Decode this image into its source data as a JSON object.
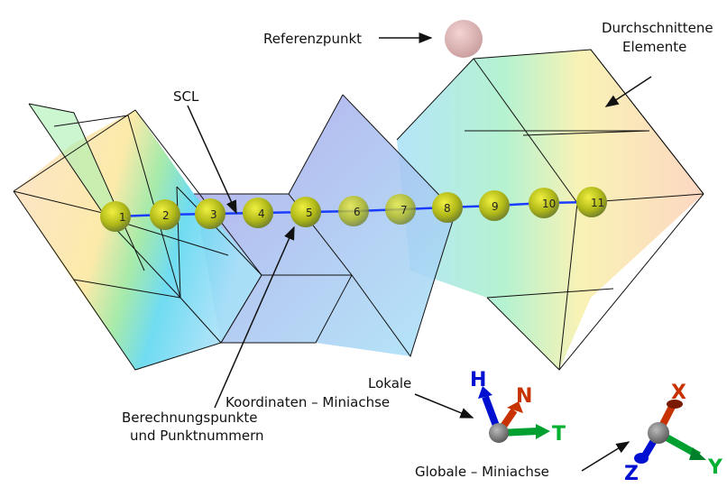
{
  "labels": {
    "reference_point": "Referenzpunkt",
    "cut_elements_line1": "Durchschnittene",
    "cut_elements_line2": "Elemente",
    "scl": "SCL",
    "calc_points_line1": "Berechnungspunkte",
    "calc_points_line2": "und Punktnummern",
    "local_line1": "Lokale",
    "coord_mini_axis": "Koordinaten – Miniachse",
    "global_mini_axis": "Globale – Miniachse"
  },
  "points": [
    "1",
    "2",
    "3",
    "4",
    "5",
    "6",
    "7",
    "8",
    "9",
    "10",
    "11"
  ],
  "local_axes": {
    "h": "H",
    "n": "N",
    "t": "T"
  },
  "global_axes": {
    "x": "X",
    "y": "Y",
    "z": "Z"
  },
  "colors": {
    "scl_line": "#1a3cff",
    "axis_red": "#c83200",
    "axis_green": "#00b030",
    "axis_blue": "#0010d0",
    "point": "#b8c020",
    "reference": "#e0b8b8"
  }
}
